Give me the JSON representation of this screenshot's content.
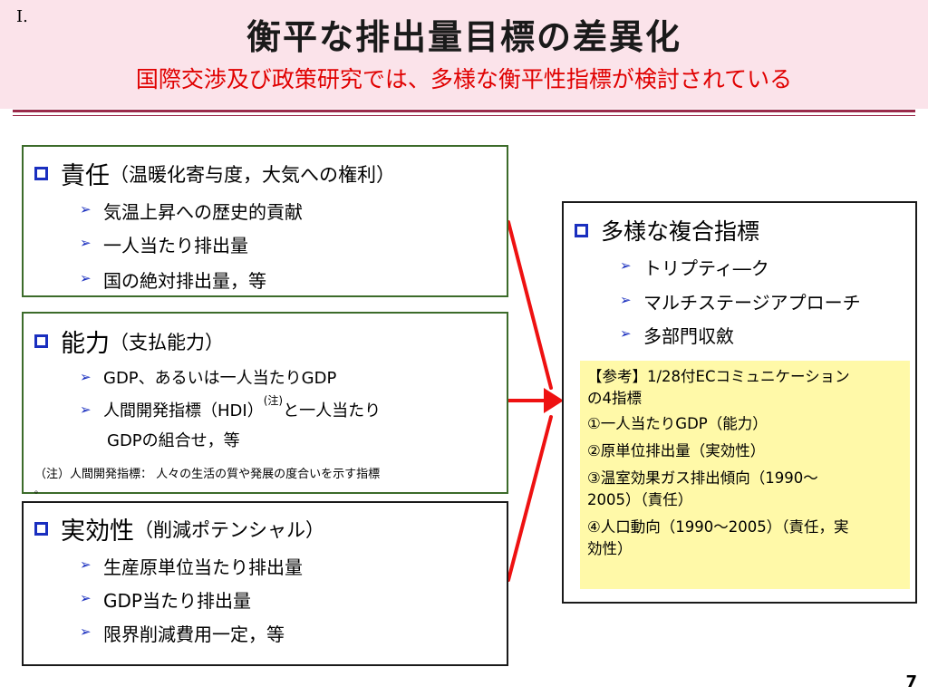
{
  "header": {
    "section": "Ⅰ.",
    "title": "衡平な排出量目標の差異化",
    "subtitle": "国際交渉及び政策研究では、多様な衡平性指標が検討されている"
  },
  "responsibility": {
    "heading": "責任",
    "heading_sub": "（温暖化寄与度，大気への権利）",
    "items": [
      "気温上昇への歴史的貢献",
      "一人当たり排出量",
      "国の絶対排出量，等"
    ]
  },
  "capacity": {
    "heading": "能力",
    "heading_sub": "（支払能力）",
    "item1": "GDP、あるいは一人当たりGDP",
    "item2_a": "人間開発指標（HDI）",
    "item2_note_mark": "(注)",
    "item2_b": "と一人当たり",
    "item2_c": "GDPの組合せ，等",
    "footnote_a": "（注）人間開発指標：  人々の生活の質や発展の度合いを示す指標",
    "footnote_b": "。"
  },
  "effectiveness": {
    "heading": "実効性",
    "heading_sub": "（削減ポテンシャル）",
    "items": [
      "生産原単位当たり排出量",
      "GDP当たり排出量",
      "限界削減費用一定，等"
    ]
  },
  "composite": {
    "heading": "多様な複合指標",
    "items": [
      "トリプティ―ク",
      "マルチステージアプローチ",
      "多部門収斂"
    ]
  },
  "reference": {
    "lines": [
      "【参考】1/28付ECコミュニケーション",
      "の4指標",
      "①一人当たりGDP（能力）",
      "②原単位排出量（実効性）",
      "③温室効果ガス排出傾向（1990～",
      "2005）（責任）",
      "④人口動向（1990～2005）（責任，実",
      "効性）"
    ]
  },
  "page_number": "7",
  "colors": {
    "header_bg": "#fbe3ea",
    "subtitle": "#e00000",
    "arrow": "#ee1111",
    "bullet": "#1a2fbf",
    "reference_bg": "#fff9a8",
    "green_border": "#3c6b2a"
  },
  "icons": {
    "heading_marker": "hollow-square-icon",
    "list_marker": "chevron-right-icon",
    "connector": "red-arrow-icon"
  }
}
